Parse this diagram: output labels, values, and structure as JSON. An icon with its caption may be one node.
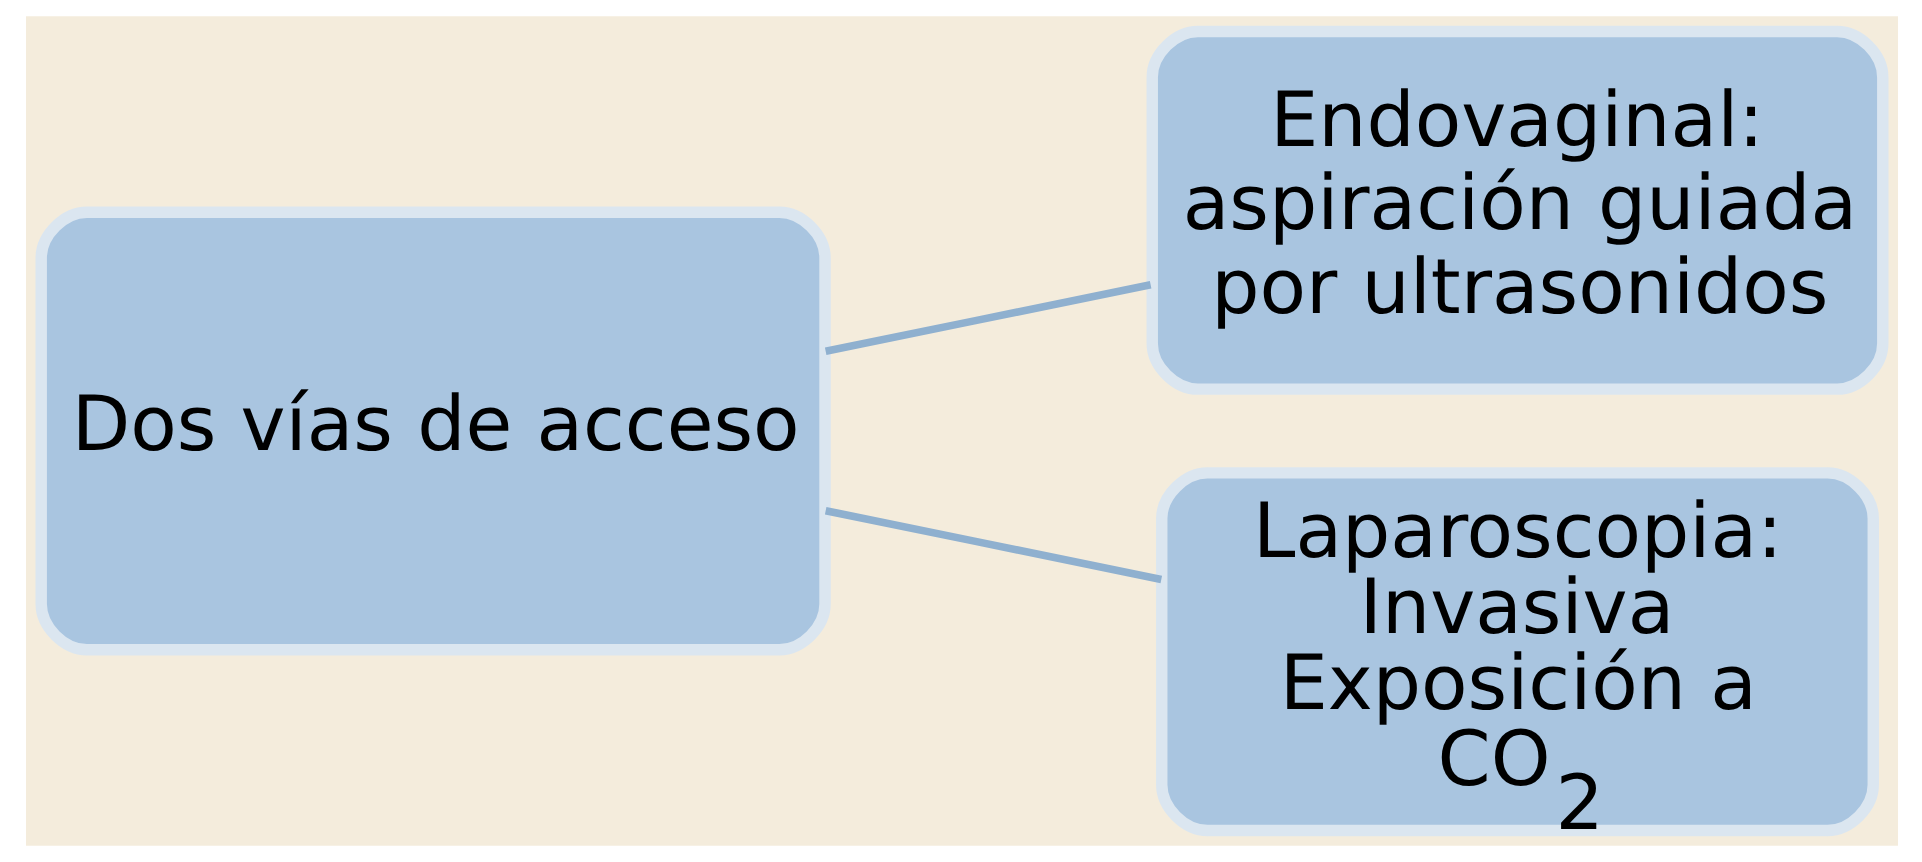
{
  "diagram": {
    "nodes": [
      {
        "text": [
          "Dos vías de acceso"
        ]
      },
      {
        "text": [
          "Endovaginal:",
          "aspiración guiada por ultrasonidos"
        ]
      },
      {
        "text": [
          "Laparoscopia:",
          "Invasiva",
          "Exposición a CO$_{2}$"
        ]
      }
    ],
    "edges": [
      {
        "from": 0,
        "to": 1,
        "arrow": "none"
      },
      {
        "from": 0,
        "to": 2,
        "arrow": "none"
      }
    ]
  }
}
